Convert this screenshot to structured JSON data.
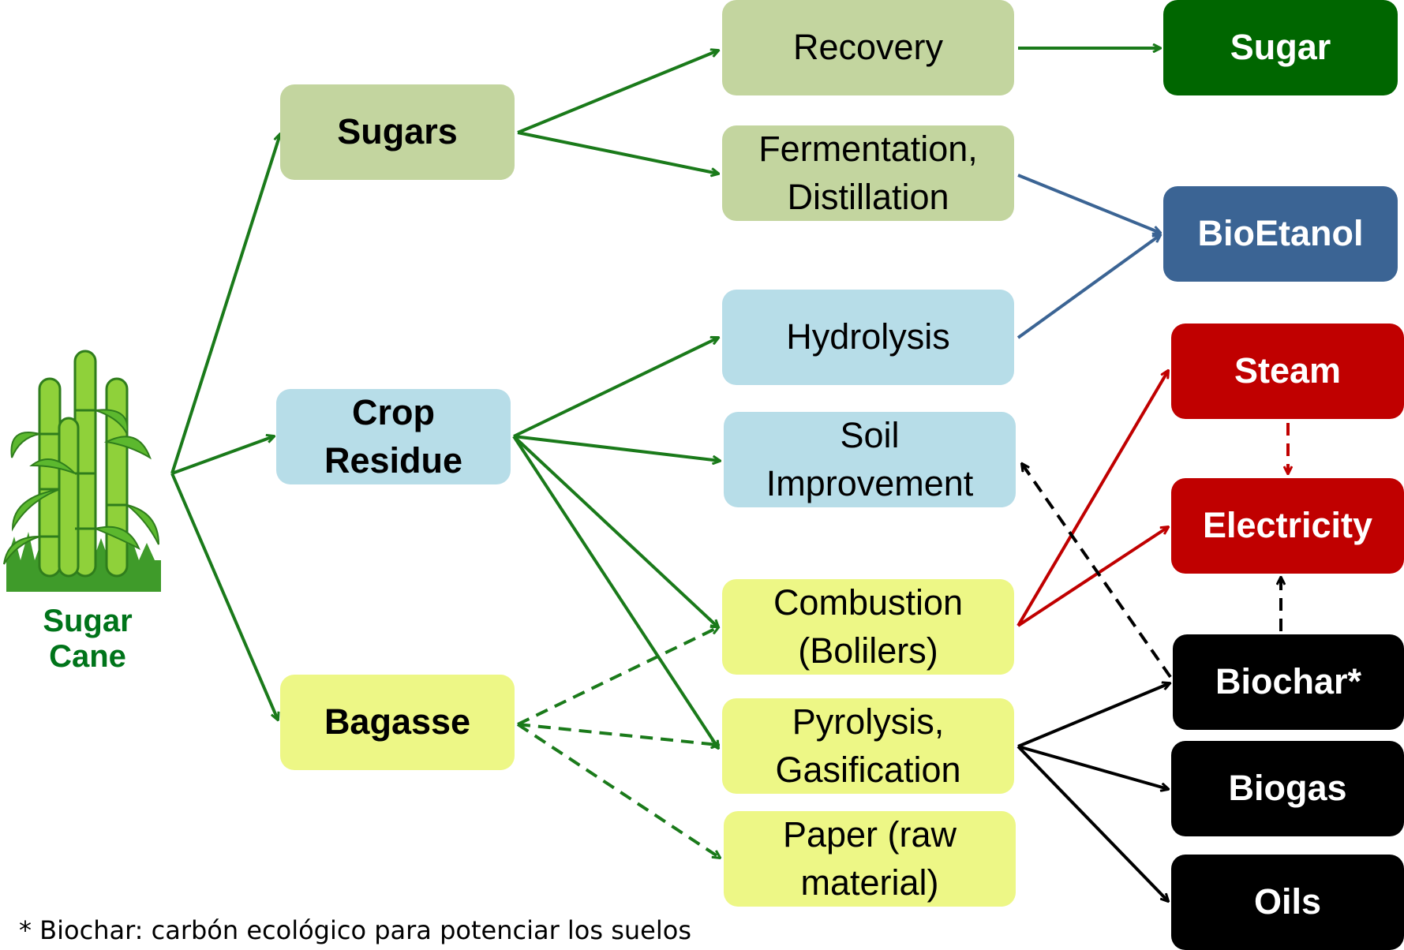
{
  "sugar_cane": {
    "label": "Sugar Cane"
  },
  "nodes": {
    "sugars": {
      "label": "Sugars"
    },
    "crop_residue": {
      "label": "Crop\nResidue"
    },
    "bagasse": {
      "label": "Bagasse"
    },
    "recovery": {
      "label": "Recovery"
    },
    "fermentation": {
      "label": "Fermentation,\nDistillation"
    },
    "hydrolysis": {
      "label": "Hydrolysis"
    },
    "soil_improvement": {
      "label": "Soil\nImprovement"
    },
    "combustion": {
      "label": "Combustion\n(Bolilers)"
    },
    "pyrolysis": {
      "label": "Pyrolysis,\nGasification"
    },
    "paper": {
      "label": "Paper (raw\nmaterial)"
    },
    "sugar": {
      "label": "Sugar"
    },
    "bioetanol": {
      "label": "BioEtanol"
    },
    "steam": {
      "label": "Steam"
    },
    "electricity": {
      "label": "Electricity"
    },
    "biochar": {
      "label": "Biochar*"
    },
    "biogas": {
      "label": "Biogas"
    },
    "oils": {
      "label": "Oils"
    }
  },
  "colors": {
    "green_arrow": "#1a7a1a",
    "blue_arrow": "#3b6494",
    "red_arrow": "#c00000",
    "black_arrow": "#000000"
  },
  "edges": [
    {
      "from": "sugar_cane",
      "to": "sugars",
      "color": "green_arrow",
      "style": "solid"
    },
    {
      "from": "sugar_cane",
      "to": "crop_residue",
      "color": "green_arrow",
      "style": "solid"
    },
    {
      "from": "sugar_cane",
      "to": "bagasse",
      "color": "green_arrow",
      "style": "solid"
    },
    {
      "from": "sugars",
      "to": "recovery",
      "color": "green_arrow",
      "style": "solid"
    },
    {
      "from": "sugars",
      "to": "fermentation",
      "color": "green_arrow",
      "style": "solid"
    },
    {
      "from": "recovery",
      "to": "sugar",
      "color": "green_arrow",
      "style": "solid"
    },
    {
      "from": "fermentation",
      "to": "bioetanol",
      "color": "blue_arrow",
      "style": "solid"
    },
    {
      "from": "hydrolysis",
      "to": "bioetanol",
      "color": "blue_arrow",
      "style": "solid"
    },
    {
      "from": "crop_residue",
      "to": "hydrolysis",
      "color": "green_arrow",
      "style": "solid"
    },
    {
      "from": "crop_residue",
      "to": "soil_improvement",
      "color": "green_arrow",
      "style": "solid"
    },
    {
      "from": "crop_residue",
      "to": "combustion",
      "color": "green_arrow",
      "style": "solid"
    },
    {
      "from": "crop_residue",
      "to": "pyrolysis",
      "color": "green_arrow",
      "style": "solid"
    },
    {
      "from": "bagasse",
      "to": "combustion",
      "color": "green_arrow",
      "style": "dashed"
    },
    {
      "from": "bagasse",
      "to": "pyrolysis",
      "color": "green_arrow",
      "style": "dashed"
    },
    {
      "from": "bagasse",
      "to": "paper",
      "color": "green_arrow",
      "style": "dashed"
    },
    {
      "from": "combustion",
      "to": "steam",
      "color": "red_arrow",
      "style": "solid"
    },
    {
      "from": "combustion",
      "to": "electricity",
      "color": "red_arrow",
      "style": "solid"
    },
    {
      "from": "steam",
      "to": "electricity",
      "color": "red_arrow",
      "style": "dashed"
    },
    {
      "from": "pyrolysis",
      "to": "biochar",
      "color": "black_arrow",
      "style": "solid"
    },
    {
      "from": "pyrolysis",
      "to": "biogas",
      "color": "black_arrow",
      "style": "solid"
    },
    {
      "from": "pyrolysis",
      "to": "oils",
      "color": "black_arrow",
      "style": "solid"
    },
    {
      "from": "biochar",
      "to": "electricity",
      "color": "black_arrow",
      "style": "dashed"
    },
    {
      "from": "biochar",
      "to": "soil_improvement",
      "color": "black_arrow",
      "style": "dashed"
    }
  ],
  "footnote": "* Biochar: carbón ecológico para potenciar los suelos"
}
